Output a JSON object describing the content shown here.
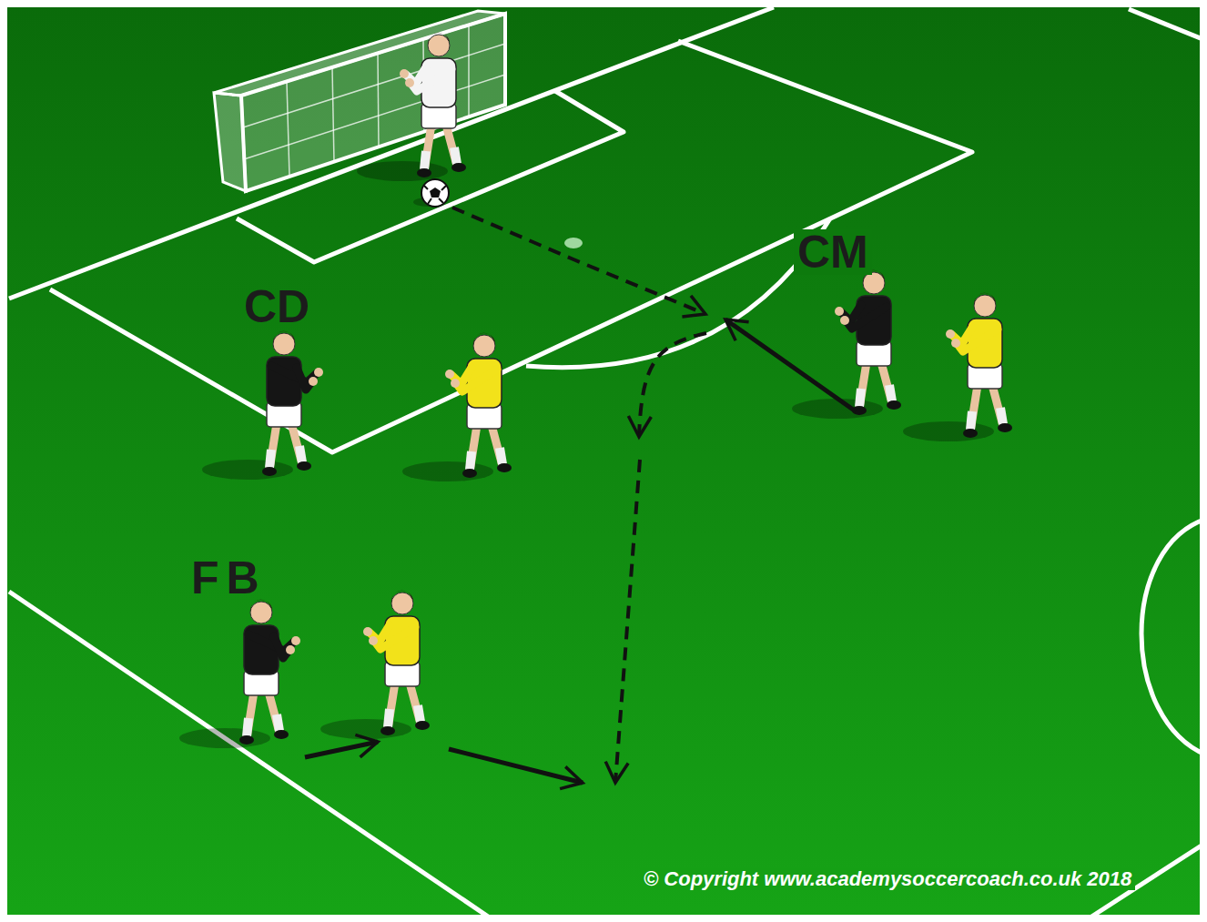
{
  "diagram": {
    "labels": [
      "CM",
      "CD",
      "FB",
      "© Copyright www.academysoccercoach.co.uk 2018"
    ]
  }
}
